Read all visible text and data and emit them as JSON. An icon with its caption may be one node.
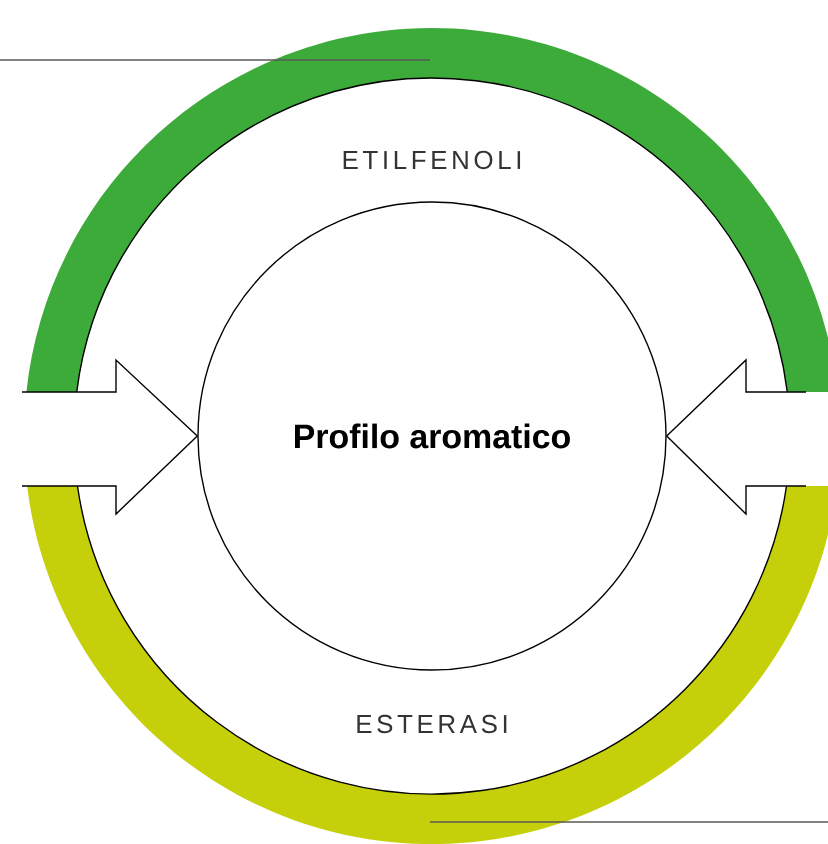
{
  "diagram": {
    "nodes": [
      {
        "text": [
          "ETILFENOLI"
        ]
      },
      {
        "text": [
          "ESTERASI"
        ]
      },
      {
        "text": [
          "Profilo aromatico"
        ]
      }
    ],
    "edges": [
      {
        "from": null,
        "to": 0,
        "arrow": "none"
      },
      {
        "from": null,
        "to": 1,
        "arrow": "none"
      },
      {
        "from": null,
        "to": 2,
        "arrow": "to"
      },
      {
        "from": null,
        "to": 2,
        "arrow": "to"
      }
    ]
  }
}
